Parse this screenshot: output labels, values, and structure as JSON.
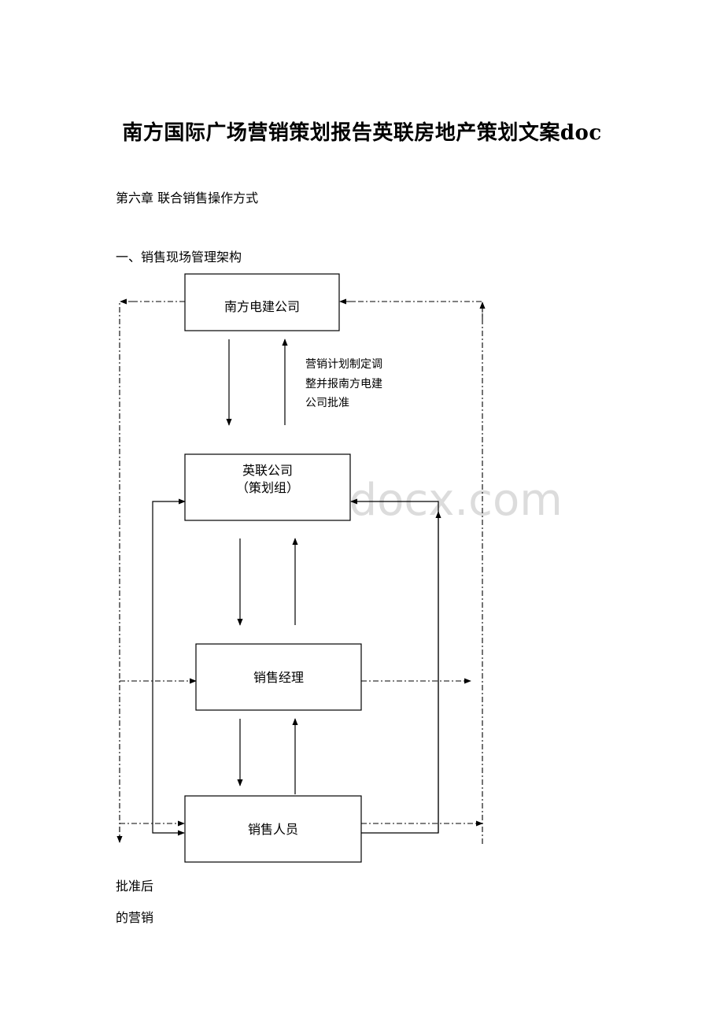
{
  "document": {
    "title": "南方国际广场营销策划报告英联房地产策划文案doc",
    "chapter": "第六章 联合销售操作方式",
    "section": "一、销售现场管理架构",
    "tail_line1": "批准后",
    "tail_line2": "的营销"
  },
  "diagram": {
    "box1": "南方电建公司",
    "box2_line1": "英联公司",
    "box2_line2": "（策划组）",
    "box3": "销售经理",
    "box4": "销售人员",
    "note_line1": "营销计划制定调",
    "note_line2": "整并报南方电建",
    "note_line3": "公司批准"
  },
  "watermark": "www.bdocx.com"
}
